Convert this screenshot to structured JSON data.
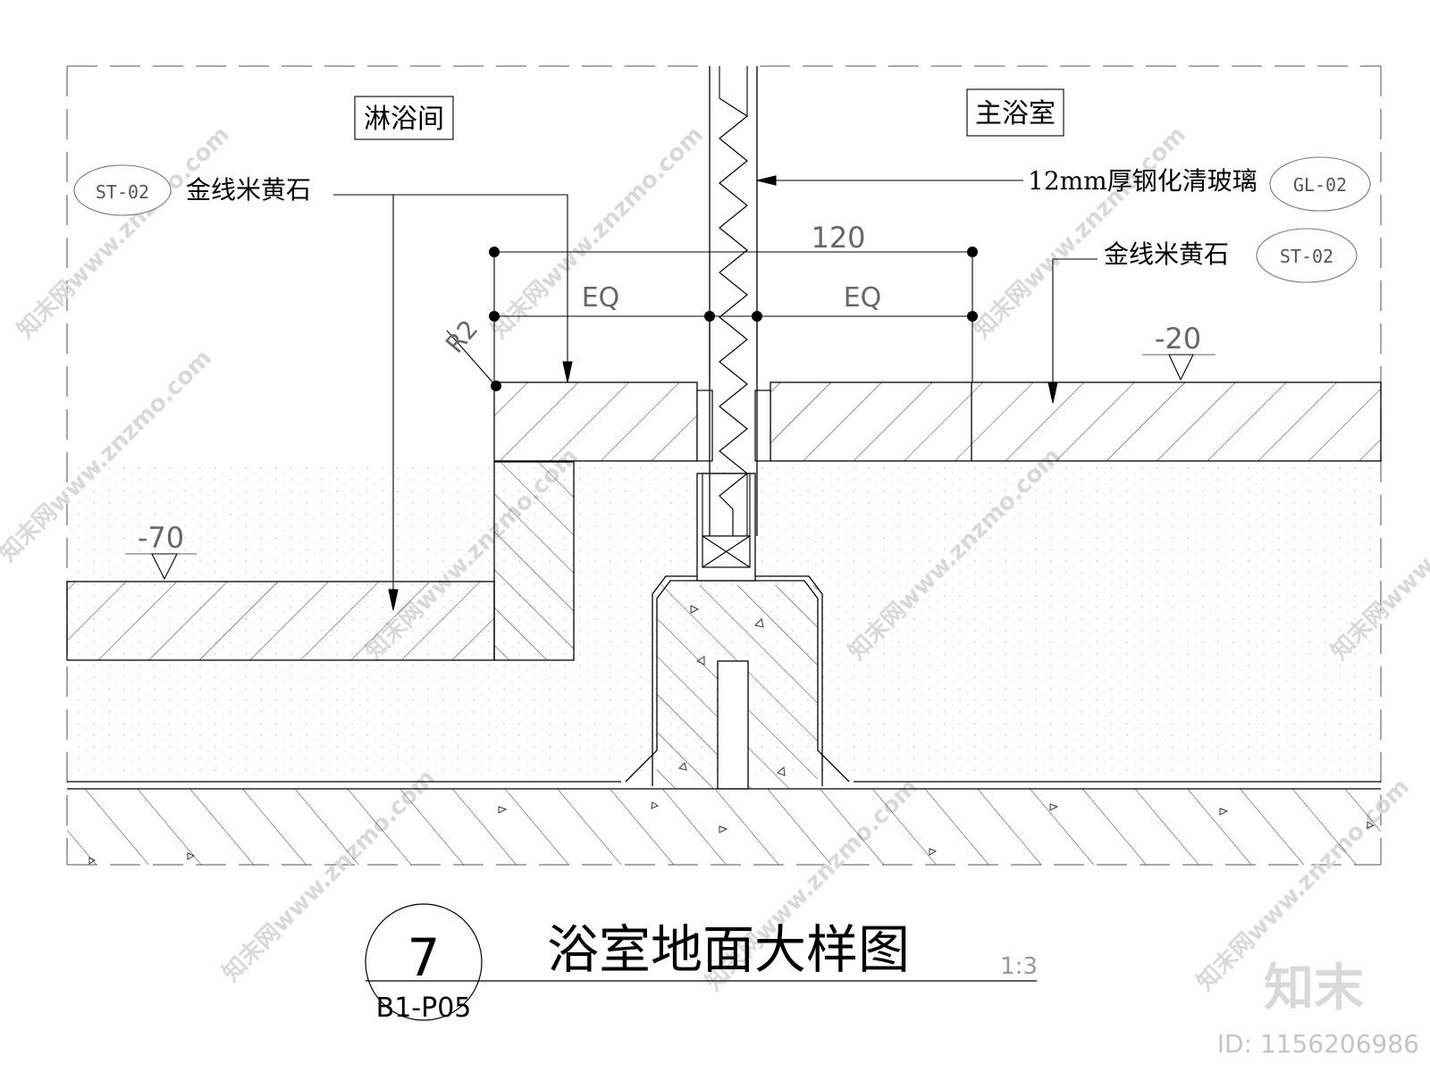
{
  "labels": {
    "shower_room": "淋浴间",
    "master_bathroom": "主浴室",
    "stone_left": "金线米黄石",
    "stone_right": "金线米黄石",
    "glass": "12mm厚钢化清玻璃",
    "tag_st_left": "ST-02",
    "tag_gl": "GL-02",
    "tag_st_right": "ST-02"
  },
  "dimensions": {
    "total_width": "120",
    "eq_left": "EQ",
    "eq_right": "EQ",
    "radius": "R2",
    "level_right": "-20",
    "level_left": "-70"
  },
  "title_block": {
    "detail_number": "7",
    "sheet_ref": "B1-P05",
    "title": "浴室地面大样图",
    "scale": "1:3"
  },
  "watermark": {
    "site": "知末网www.znzmo.com",
    "brand": "知末",
    "id_text": "ID: 1156206986"
  },
  "colors": {
    "line": "#000000",
    "hatch": "#333333",
    "dashed_border": "#777777",
    "watermark": "#d9d9d9"
  }
}
